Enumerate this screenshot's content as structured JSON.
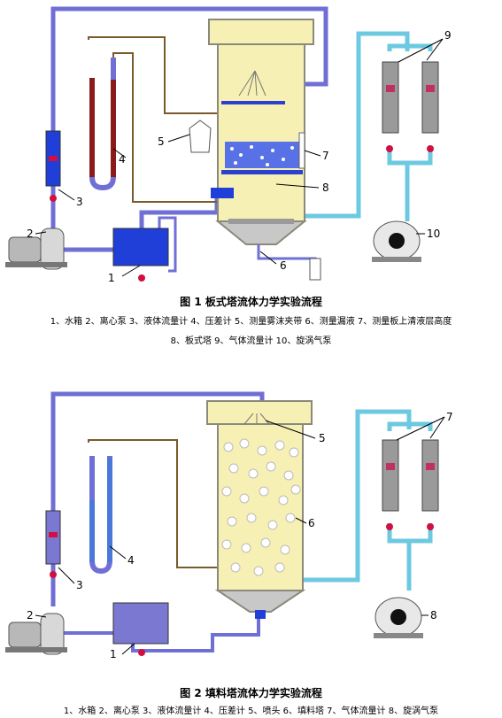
{
  "figure1": {
    "caption": "图 1  板式塔流体力学实验流程",
    "legend_line1": "1、水箱  2、离心泵  3、液体流量计  4、压差计  5、测量雾沫夹带  6、测量漏液  7、测量板上清液层高度",
    "legend_line2": "8、板式塔  9、气体流量计  10、旋涡气泵",
    "callouts": [
      "1",
      "2",
      "3",
      "4",
      "5",
      "6",
      "7",
      "8",
      "9",
      "10"
    ]
  },
  "figure2": {
    "caption": "图 2  填料塔流体力学实验流程",
    "legend_line1": "1、水箱  2、离心泵  3、液体流量计  4、压差计  5、喷头  6、填料塔  7、气体流量计  8、旋涡气泵",
    "callouts": [
      "1",
      "2",
      "3",
      "4",
      "5",
      "6",
      "7",
      "8"
    ]
  },
  "colors": {
    "water_pipe": "#6f6fd6",
    "gas_pipe": "#6cc9e0",
    "column_fill": "#f7f0b4",
    "tank": "#1f3fd8",
    "tank2": "#7b78d2",
    "manometer_liquid": "#8b1a1a",
    "manometer_liquid2": "#4a78d8",
    "valve": "#d01040"
  }
}
